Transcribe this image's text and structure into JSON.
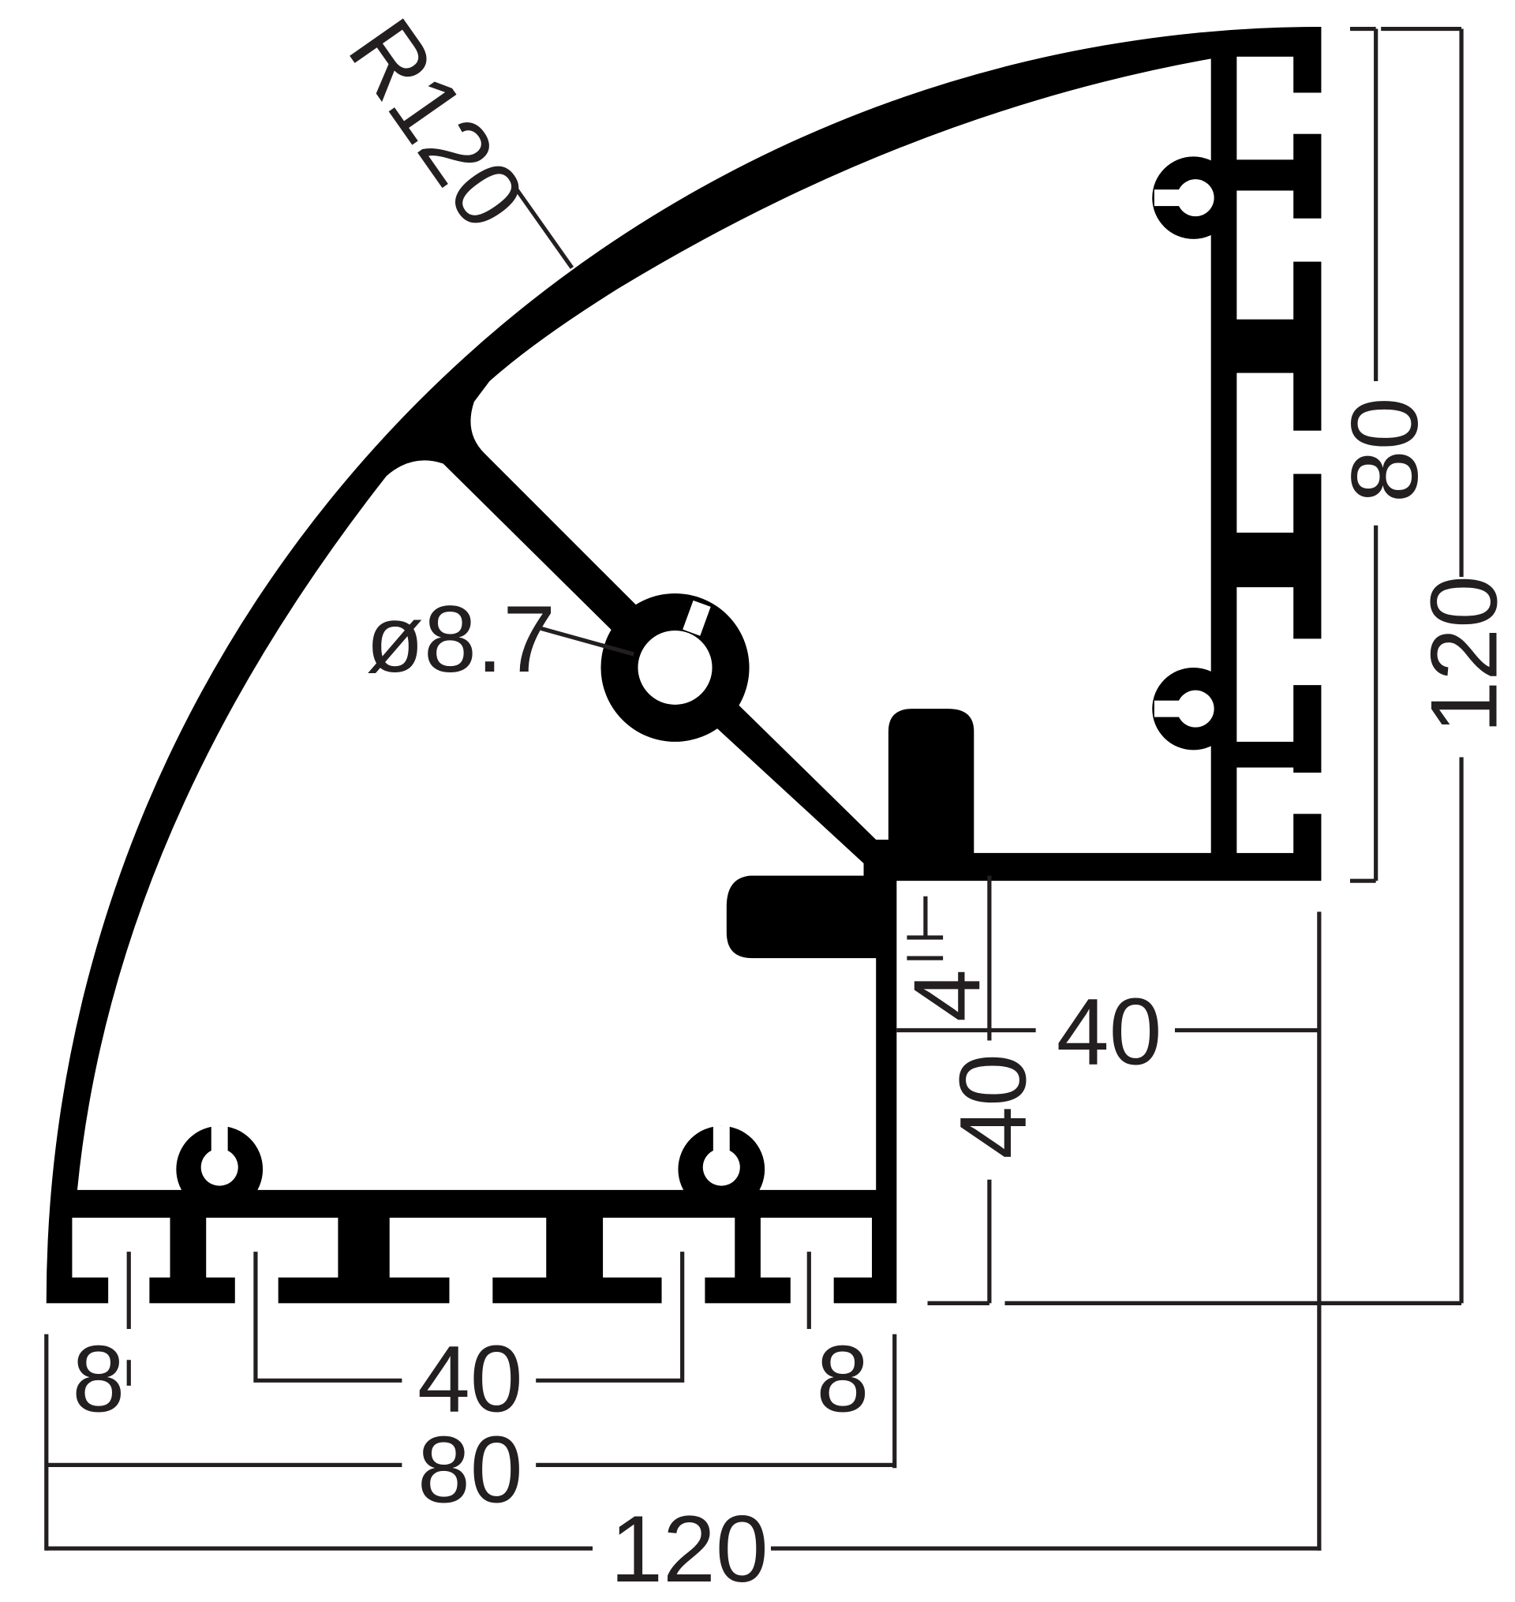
{
  "colors": {
    "profile": "#000000",
    "line": "#231f20",
    "background": "#ffffff"
  },
  "labels": {
    "radius": "R120",
    "bore_diameter": "ø8.7",
    "right_leg_height": "80",
    "total_height": "120",
    "inner_step_width": "40",
    "slot_depth": "4",
    "inner_step_height": "40",
    "edge_left": "8",
    "slot_spacing": "40",
    "edge_right": "8",
    "leg_width": "80",
    "total_width": "120"
  }
}
